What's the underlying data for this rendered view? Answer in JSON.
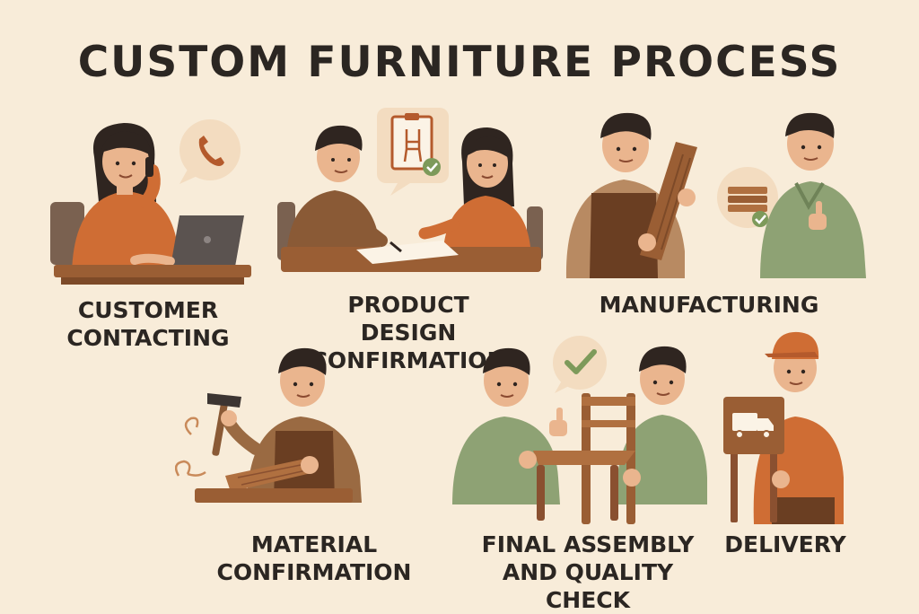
{
  "title": "CUSTOM FURNITURE PROCESS",
  "steps": [
    {
      "label": "CUSTOMER\nCONTACTING",
      "icon": "phone-icon"
    },
    {
      "label": "PRODUCT DESIGN\nCONFIRMATION",
      "icon": "chair-blueprint-icon"
    },
    {
      "label": "MANUFACTURING",
      "icon": "wood-stack-icon"
    },
    {
      "label": "MATERIAL CONFIRMATION",
      "icon": "hammer-icon"
    },
    {
      "label": "FINAL ASSEMBLY\nAND QUALITY CHECK",
      "icon": "checkmark-icon"
    },
    {
      "label": "DELIVERY",
      "icon": "truck-sign-icon"
    }
  ],
  "colors": {
    "background": "#f8ecd9",
    "orange": "#cf6d34",
    "brown": "#8a5a36",
    "wood": "#9a5e34",
    "green": "#8ea274",
    "skin": "#eab58e",
    "hair": "#2f2520"
  }
}
